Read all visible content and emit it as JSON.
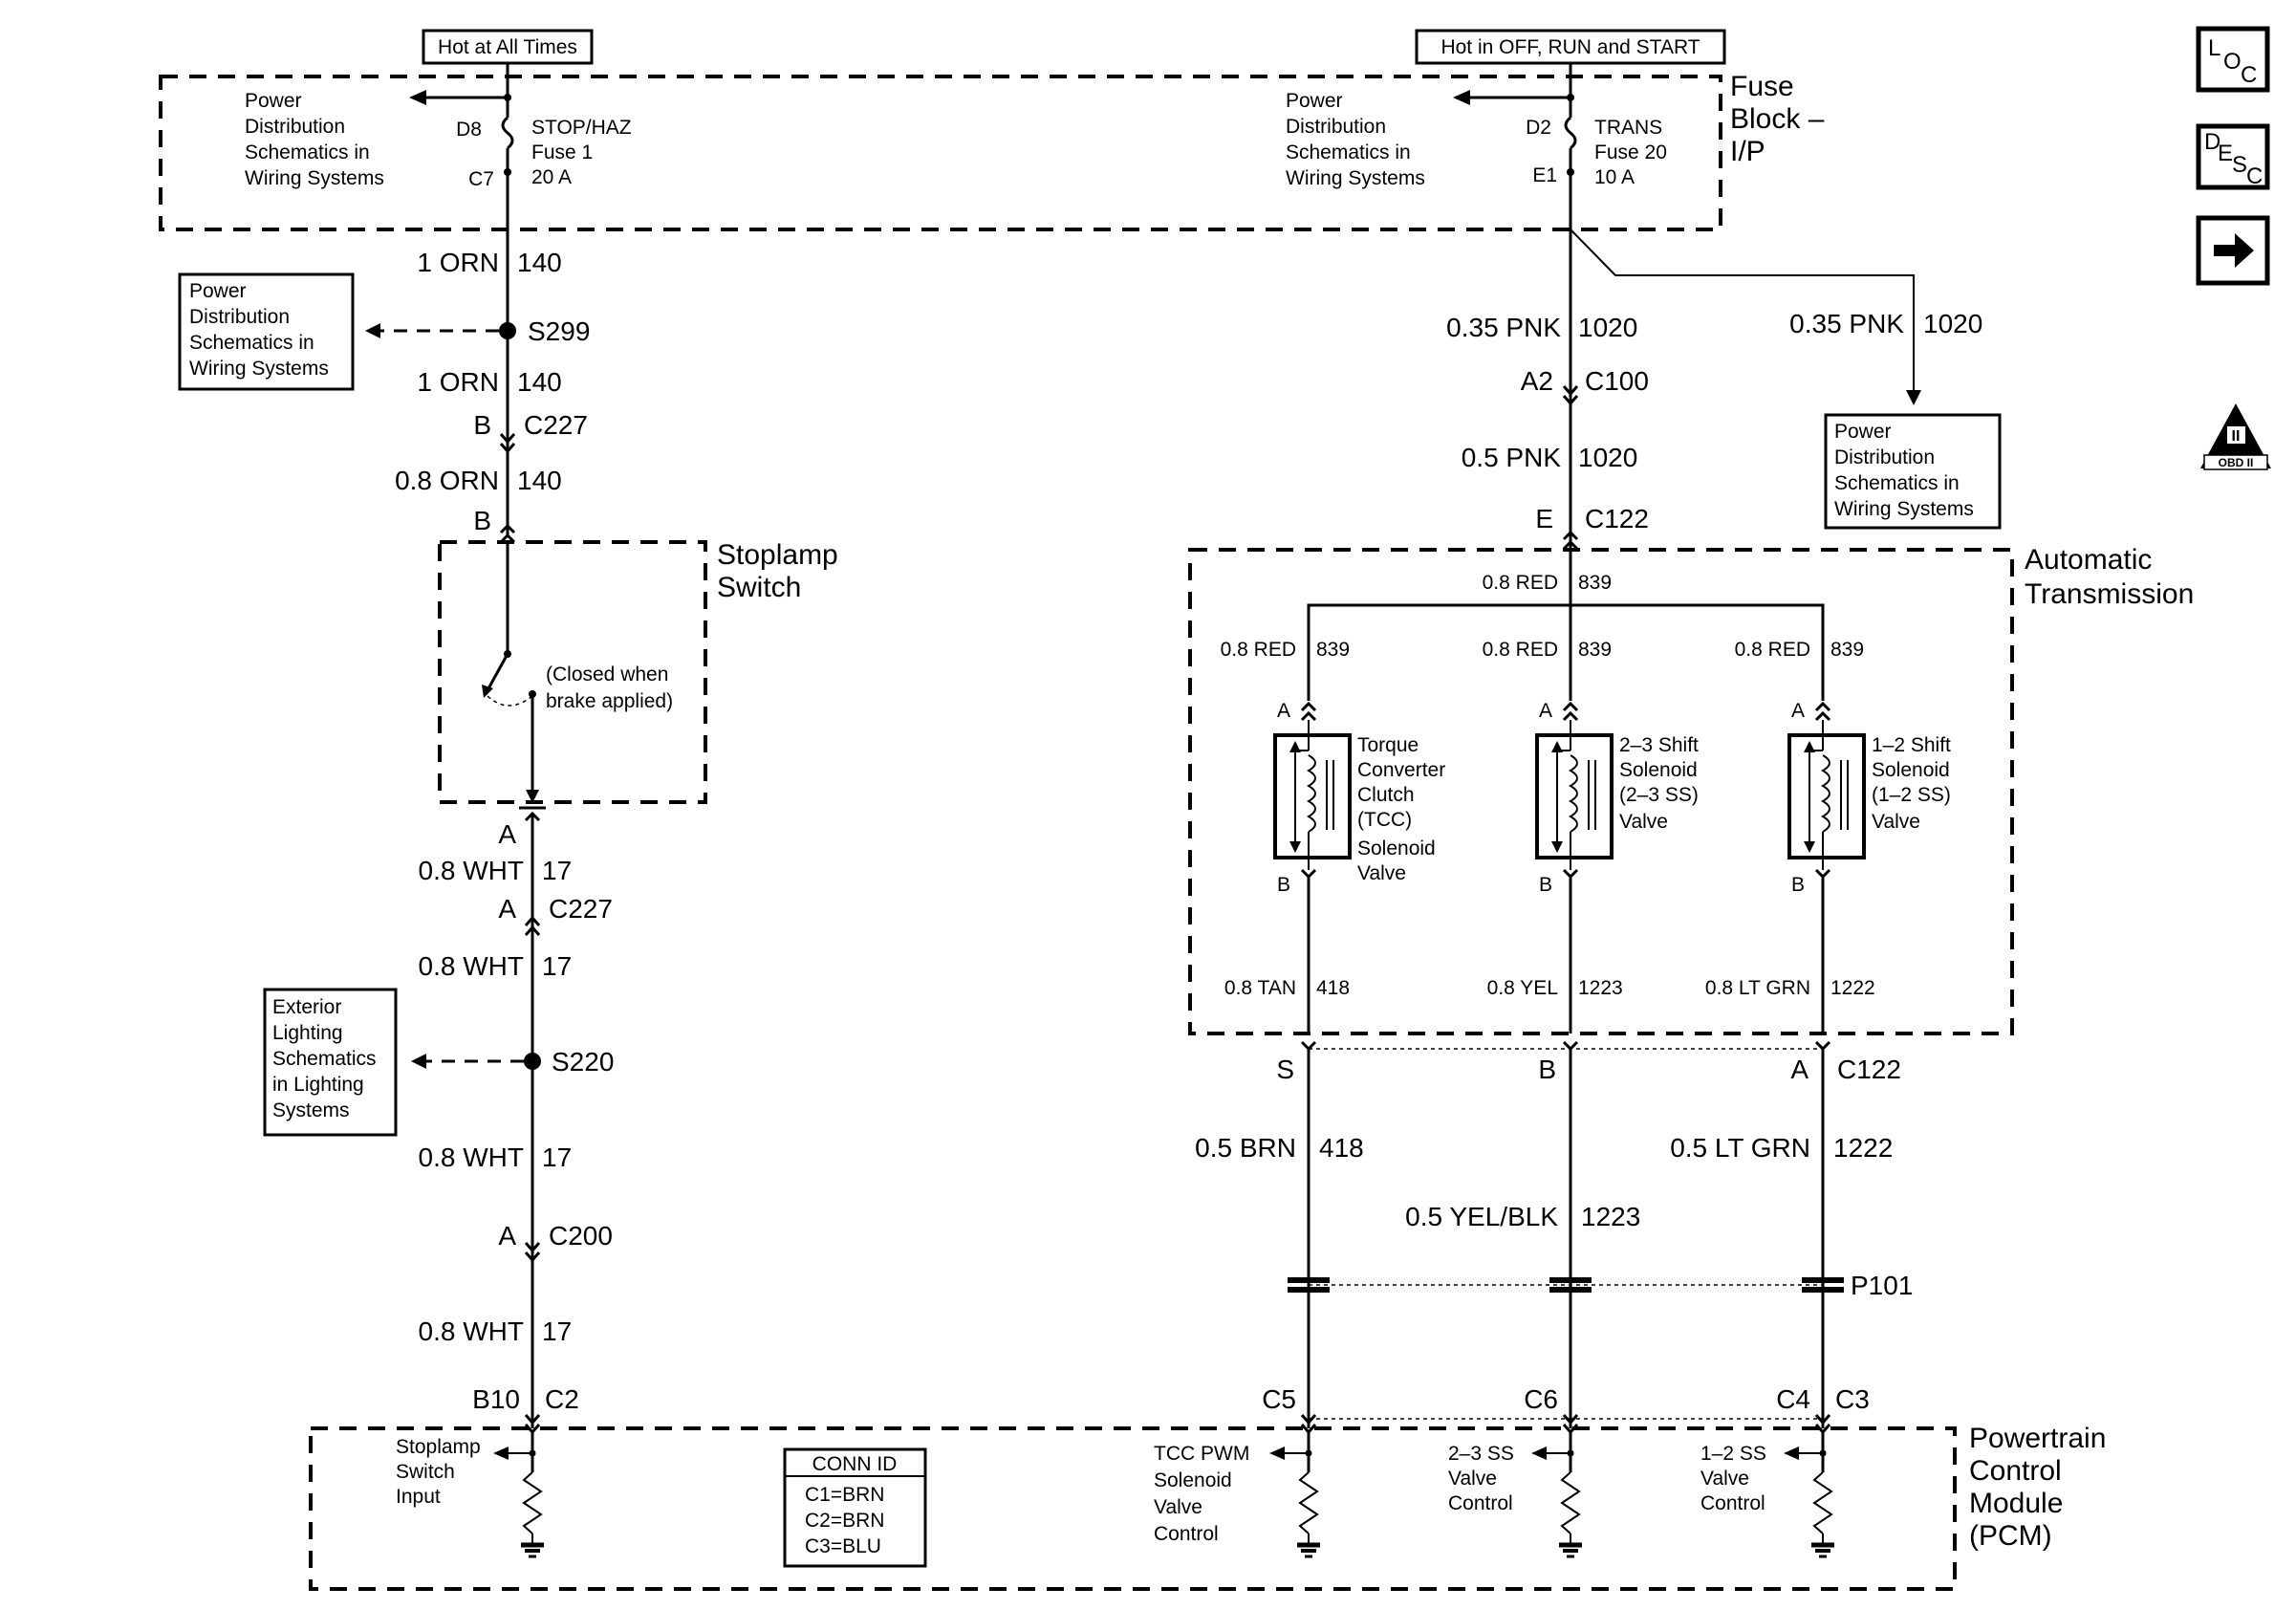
{
  "power": {
    "left_source": "Hot at All Times",
    "right_source": "Hot in OFF, RUN and START"
  },
  "fuse_block": {
    "title_lines": [
      "Fuse",
      "Block –",
      "I/P"
    ],
    "left_fuse": {
      "name": "STOP/HAZ",
      "fuse": "Fuse 1",
      "rating": "20 A",
      "pin_in": "D8",
      "pin_out": "C7"
    },
    "right_fuse": {
      "name": "TRANS",
      "fuse": "Fuse 20",
      "rating": "10 A",
      "pin_in": "D2",
      "pin_out": "E1"
    },
    "ref_lines": [
      "Power",
      "Distribution",
      "Schematics in",
      "Wiring Systems"
    ]
  },
  "left_circuit": {
    "wires": [
      {
        "color": "1 ORN",
        "circuit": "140"
      },
      {
        "color": "1 ORN",
        "circuit": "140"
      },
      {
        "color": "0.8 ORN",
        "circuit": "140"
      },
      {
        "color": "0.8 WHT",
        "circuit": "17"
      },
      {
        "color": "0.8 WHT",
        "circuit": "17"
      },
      {
        "color": "0.8 WHT",
        "circuit": "17"
      },
      {
        "color": "0.8 WHT",
        "circuit": "17"
      }
    ],
    "splice_s299": "S299",
    "splice_s220": "S220",
    "c227_b_pin": "B",
    "c227_b_name": "C227",
    "switch_in_pin": "B",
    "switch_out_pin": "A",
    "c227_a_pin": "A",
    "c227_a_name": "C227",
    "c200_pin": "A",
    "c200_name": "C200",
    "pcm_pin": "B10",
    "pcm_conn": "C2",
    "power_ref_lines": [
      "Power",
      "Distribution",
      "Schematics in",
      "Wiring Systems"
    ],
    "lighting_ref_lines": [
      "Exterior",
      "Lighting",
      "Schematics",
      "in Lighting",
      "Systems"
    ]
  },
  "stoplamp_switch": {
    "title_lines": [
      "Stoplamp",
      "Switch"
    ],
    "note_lines": [
      "(Closed when",
      "brake applied)"
    ]
  },
  "right_circuit": {
    "wire_a": {
      "color": "0.35 PNK",
      "circuit": "1020"
    },
    "wire_b": {
      "color": "0.35 PNK",
      "circuit": "1020"
    },
    "wire_c": {
      "color": "0.5 PNK",
      "circuit": "1020"
    },
    "c100_pin": "A2",
    "c100_name": "C100",
    "c122_pin": "E",
    "c122_name": "C122",
    "power_ref_lines": [
      "Power",
      "Distribution",
      "Schematics in",
      "Wiring Systems"
    ]
  },
  "auto_trans": {
    "title_lines": [
      "Automatic",
      "Transmission"
    ],
    "feed": {
      "color": "0.8 RED",
      "circuit": "839"
    },
    "solenoids": [
      {
        "pin_a": "A",
        "pin_b": "B",
        "in_color": "0.8 RED",
        "in_circuit": "839",
        "label_lines": [
          "Torque",
          "Converter",
          "Clutch",
          "(TCC)",
          "Solenoid",
          "Valve"
        ],
        "out_color": "0.8 TAN",
        "out_circuit": "418"
      },
      {
        "pin_a": "A",
        "pin_b": "B",
        "in_color": "0.8 RED",
        "in_circuit": "839",
        "label_lines": [
          "2–3 Shift",
          "Solenoid",
          "(2–3 SS)",
          "Valve"
        ],
        "out_color": "0.8 YEL",
        "out_circuit": "1223"
      },
      {
        "pin_a": "A",
        "pin_b": "B",
        "in_color": "0.8 RED",
        "in_circuit": "839",
        "label_lines": [
          "1–2 Shift",
          "Solenoid",
          "(1–2 SS)",
          "Valve"
        ],
        "out_color": "0.8 LT GRN",
        "out_circuit": "1222"
      }
    ]
  },
  "lower_right": {
    "c122_pins": [
      "S",
      "B",
      "A"
    ],
    "c122_name": "C122",
    "wires": [
      {
        "color": "0.5 BRN",
        "circuit": "418"
      },
      {
        "color": "0.5 YEL/BLK",
        "circuit": "1223"
      },
      {
        "color": "0.5 LT GRN",
        "circuit": "1222"
      }
    ],
    "p101": "P101",
    "pcm_pins": [
      "C5",
      "C6",
      "C4"
    ],
    "pcm_conn": "C3"
  },
  "pcm": {
    "title_lines": [
      "Powertrain",
      "Control",
      "Module",
      "(PCM)"
    ],
    "conn_id_title": "CONN ID",
    "conn_id_lines": [
      "C1=BRN",
      "C2=BRN",
      "C3=BLU"
    ],
    "inputs": [
      [
        "Stoplamp",
        "Switch",
        "Input"
      ],
      [
        "TCC PWM",
        "Solenoid",
        "Valve",
        "Control"
      ],
      [
        "2–3 SS",
        "Valve",
        "Control"
      ],
      [
        "1–2 SS",
        "Valve",
        "Control"
      ]
    ]
  },
  "side_icons": {
    "loc": {
      "a": "L",
      "b": "O",
      "c": "C"
    },
    "desc": {
      "a": "D",
      "b": "E",
      "c": "S",
      "d": "C"
    },
    "obd": {
      "mark": "II",
      "label": "OBD II"
    }
  }
}
